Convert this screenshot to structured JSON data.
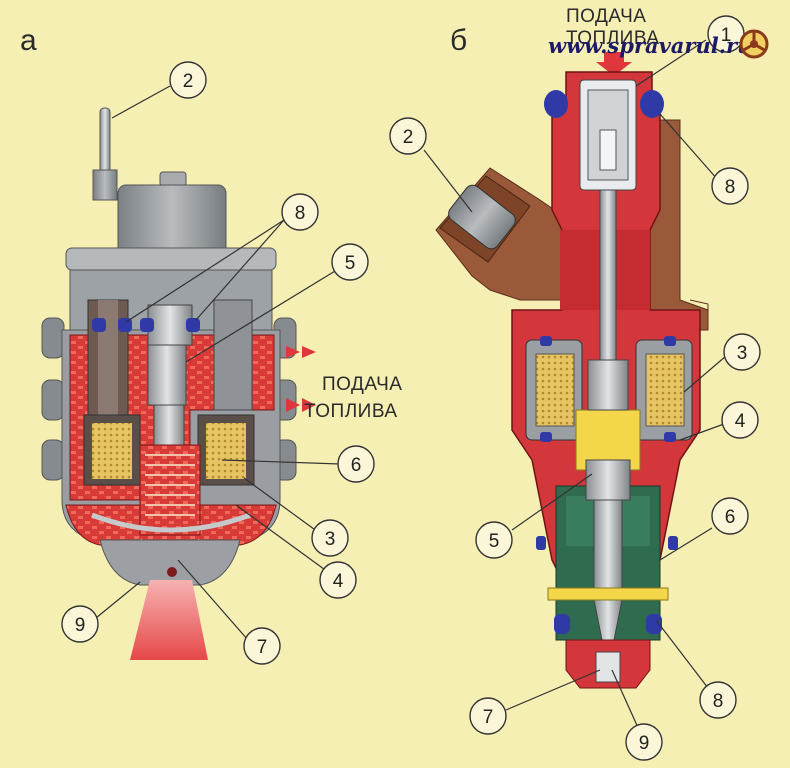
{
  "panels": {
    "a": {
      "letter": "а",
      "fuel_line1": "ПОДАЧА",
      "fuel_line2": "ТОПЛИВА"
    },
    "b": {
      "letter": "б",
      "fuel_line1": "ПОДАЧА",
      "fuel_line2": "ТОПЛИВА"
    }
  },
  "watermark": {
    "site": "www.spravarul.ru"
  },
  "callouts_a": [
    "2",
    "8",
    "5",
    "6",
    "3",
    "4",
    "9",
    "7"
  ],
  "callouts_b": [
    "1",
    "2",
    "8",
    "3",
    "4",
    "5",
    "6",
    "8",
    "7",
    "9"
  ],
  "colors": {
    "background": "#f6efb4",
    "body_gray": "#8d9296",
    "housing_red": "#d3363b",
    "connector_brown": "#9a5a3a",
    "coil_yellow": "#e9c86a",
    "seal_blue": "#2f3aa6",
    "valve_green": "#2f6b4f",
    "spray_pink": "#ef7a7a",
    "arrow_red": "#e0373d"
  }
}
